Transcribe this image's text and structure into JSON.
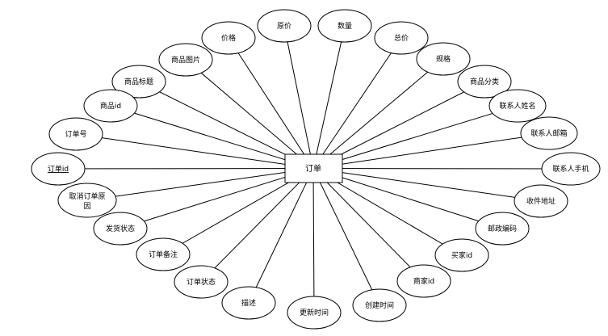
{
  "entity": {
    "name": "订单"
  },
  "attributes": [
    {
      "label": "原价"
    },
    {
      "label": "数量"
    },
    {
      "label": "价格"
    },
    {
      "label": "总价"
    },
    {
      "label": "商品图片"
    },
    {
      "label": "规格"
    },
    {
      "label": "商品标题"
    },
    {
      "label": "商品分类"
    },
    {
      "label": "商品id"
    },
    {
      "label": "联系人姓名"
    },
    {
      "label": "订单号"
    },
    {
      "label": "联系人邮箱"
    },
    {
      "label": "订单id",
      "primary_key": true
    },
    {
      "label": "联系人手机"
    },
    {
      "label": "取消订单原因"
    },
    {
      "label": "收件地址"
    },
    {
      "label": "发货状态"
    },
    {
      "label": "邮政编码"
    },
    {
      "label": "订单备注"
    },
    {
      "label": "买家id"
    },
    {
      "label": "订单状态"
    },
    {
      "label": "商家id"
    },
    {
      "label": "描述"
    },
    {
      "label": "创建时间"
    },
    {
      "label": "更新时间"
    }
  ]
}
